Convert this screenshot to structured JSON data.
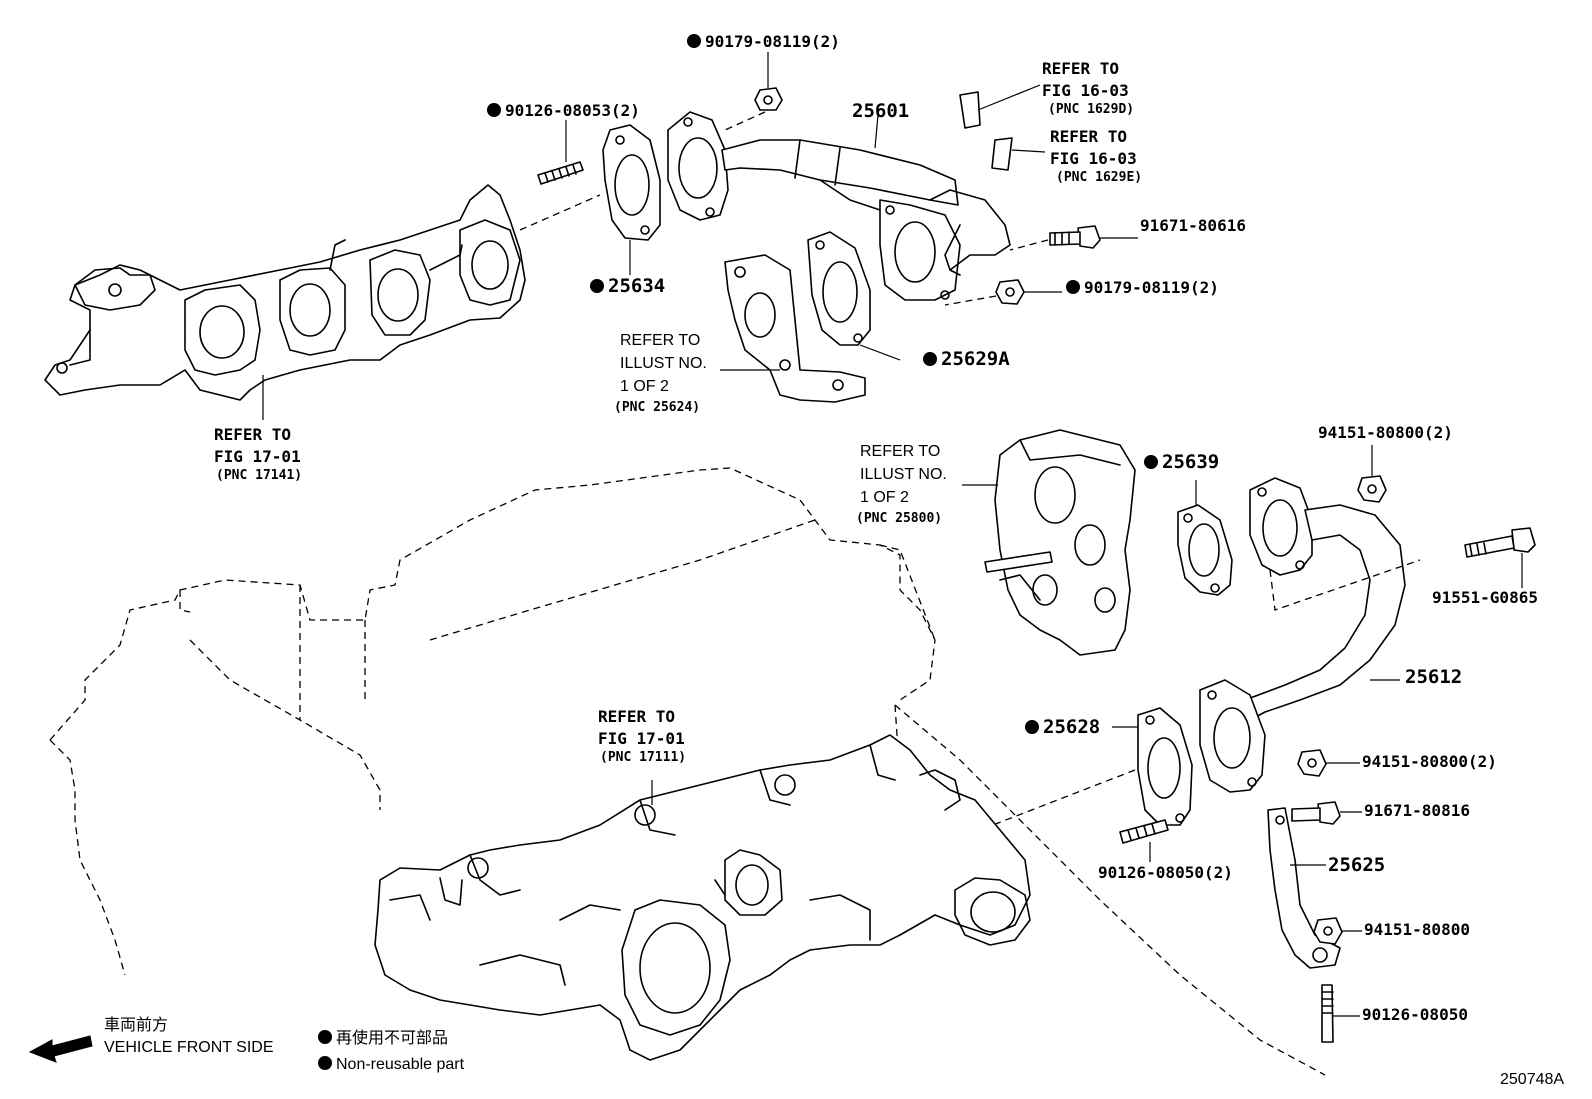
{
  "parts": {
    "p90179_top": "90179-08119(2)",
    "p90126_top": "90126-08053(2)",
    "p25601": "25601",
    "p25634": "25634",
    "p91671_80616": "91671-80616",
    "p90179_mid": "90179-08119(2)",
    "p25629A": "25629A",
    "p25639": "25639",
    "p94151_top": "94151-80800(2)",
    "p91551": "91551-G0865",
    "p25612": "25612",
    "p25628": "25628",
    "p94151_mid": "94151-80800(2)",
    "p91671_80816": "91671-80816",
    "p25625": "25625",
    "p90126_08050_2": "90126-08050(2)",
    "p94151_single": "94151-80800",
    "p90126_08050": "90126-08050"
  },
  "refs": {
    "ref_1629d": {
      "line1": "REFER TO",
      "line2": "FIG 16-03",
      "line3": "(PNC 1629D)"
    },
    "ref_1629e": {
      "line1": "REFER TO",
      "line2": "FIG 16-03",
      "line3": "(PNC 1629E)"
    },
    "ref_25624": {
      "line1": "REFER TO",
      "line2": "ILLUST NO.",
      "line3": "1 OF 2",
      "line4": "(PNC 25624)"
    },
    "ref_17141": {
      "line1": "REFER TO",
      "line2": "FIG 17-01",
      "line3": "(PNC 17141)"
    },
    "ref_25800": {
      "line1": "REFER TO",
      "line2": "ILLUST NO.",
      "line3": "1 OF 2",
      "line4": "(PNC 25800)"
    },
    "ref_17111": {
      "line1": "REFER TO",
      "line2": "FIG 17-01",
      "line3": "(PNC 17111)"
    }
  },
  "legend": {
    "front_jp": "車両前方",
    "front_en": "VEHICLE FRONT SIDE",
    "nonreusable_jp": "再使用不可部品",
    "nonreusable_en": "Non-reusable part"
  },
  "diagram_id": "250748A"
}
